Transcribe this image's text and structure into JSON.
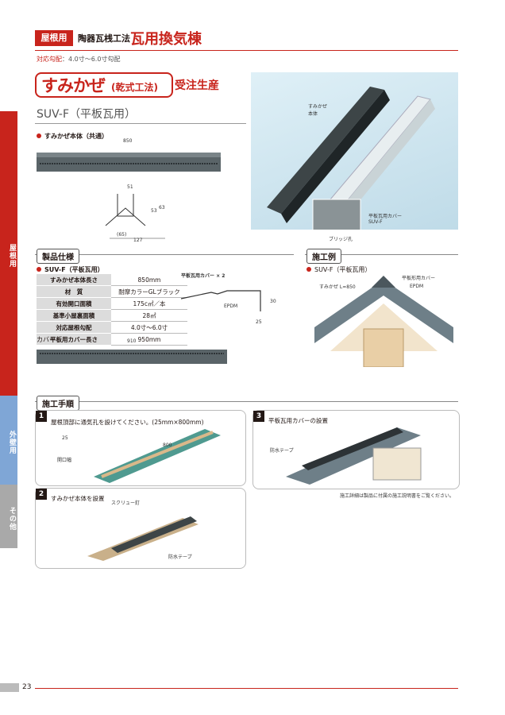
{
  "header": {
    "category": "屋根用",
    "subtitle": "陶器瓦桟工法",
    "title": "瓦用換気棟",
    "pitch_label": "対応勾配",
    "pitch_value": "：4.0寸〜6.0寸勾配"
  },
  "product": {
    "name": "すみかぜ",
    "type": "(乾式工法)",
    "order": "受注生産",
    "model": "SUV-F（平板瓦用）"
  },
  "side_tabs": [
    "屋根用",
    "外壁用",
    "その他"
  ],
  "photo": {
    "label_body_1": "すみかぜ",
    "label_body_2": "本体",
    "label_cover_1": "平板瓦用カバー",
    "label_cover_2": "SUV-F",
    "label_bridge": "ブリッジ孔"
  },
  "body_drawing": {
    "heading": "すみかぜ本体（共通）",
    "length": "850",
    "dim_51": "51",
    "dim_53": "53",
    "dim_63": "63",
    "dim_65": "(65)",
    "dim_127": "127"
  },
  "specs": {
    "section_label": "製品仕様",
    "heading": "SUV-F（平板瓦用）",
    "rows": [
      {
        "key": "すみかぜ本体長さ",
        "value": "850mm"
      },
      {
        "key": "材　質",
        "value": "耐摩カラーGLブラック"
      },
      {
        "key": "有効開口面積",
        "value": "175c㎡／本"
      },
      {
        "key": "基準小屋裏面積",
        "value": "28㎡"
      },
      {
        "key": "対応屋根勾配",
        "value": "4.0寸〜6.0寸"
      },
      {
        "key": "平板用カバー長さ",
        "value": "950mm"
      }
    ],
    "cover_drawing_label": "平板瓦用カバー × 2",
    "cover_epdm": "EPDM",
    "cover_dim_30": "30",
    "cover_dim_25": "25",
    "cover_label": "カバー",
    "cover_length": "910"
  },
  "install_example": {
    "section_label": "施工例",
    "heading": "SUV-F（平板瓦用）",
    "label_cover": "平板形用カバー",
    "label_epdm": "EPDM",
    "label_body": "すみかぜ L=850"
  },
  "procedure": {
    "section_label": "施工手順",
    "steps": [
      {
        "num": "1",
        "title": "屋根頂部に通気孔を設けてください。(25mm×800mm)",
        "note_25": "25",
        "note_open": "開口幅",
        "dim_800": "800"
      },
      {
        "num": "2",
        "title": "すみかぜ本体を設置",
        "note_screw": "スクリュー釘",
        "note_tape": "防水テープ"
      },
      {
        "num": "3",
        "title": "平板瓦用カバーの設置",
        "note_tape": "防水テープ"
      }
    ],
    "footnote": "施工詳細は製品に付属の施工説明書をご覧ください。"
  },
  "footer": {
    "page": "23"
  },
  "colors": {
    "accent": "#c8241c",
    "tab_blue": "#7fa6d6",
    "tab_gray": "#a9a9a9"
  }
}
